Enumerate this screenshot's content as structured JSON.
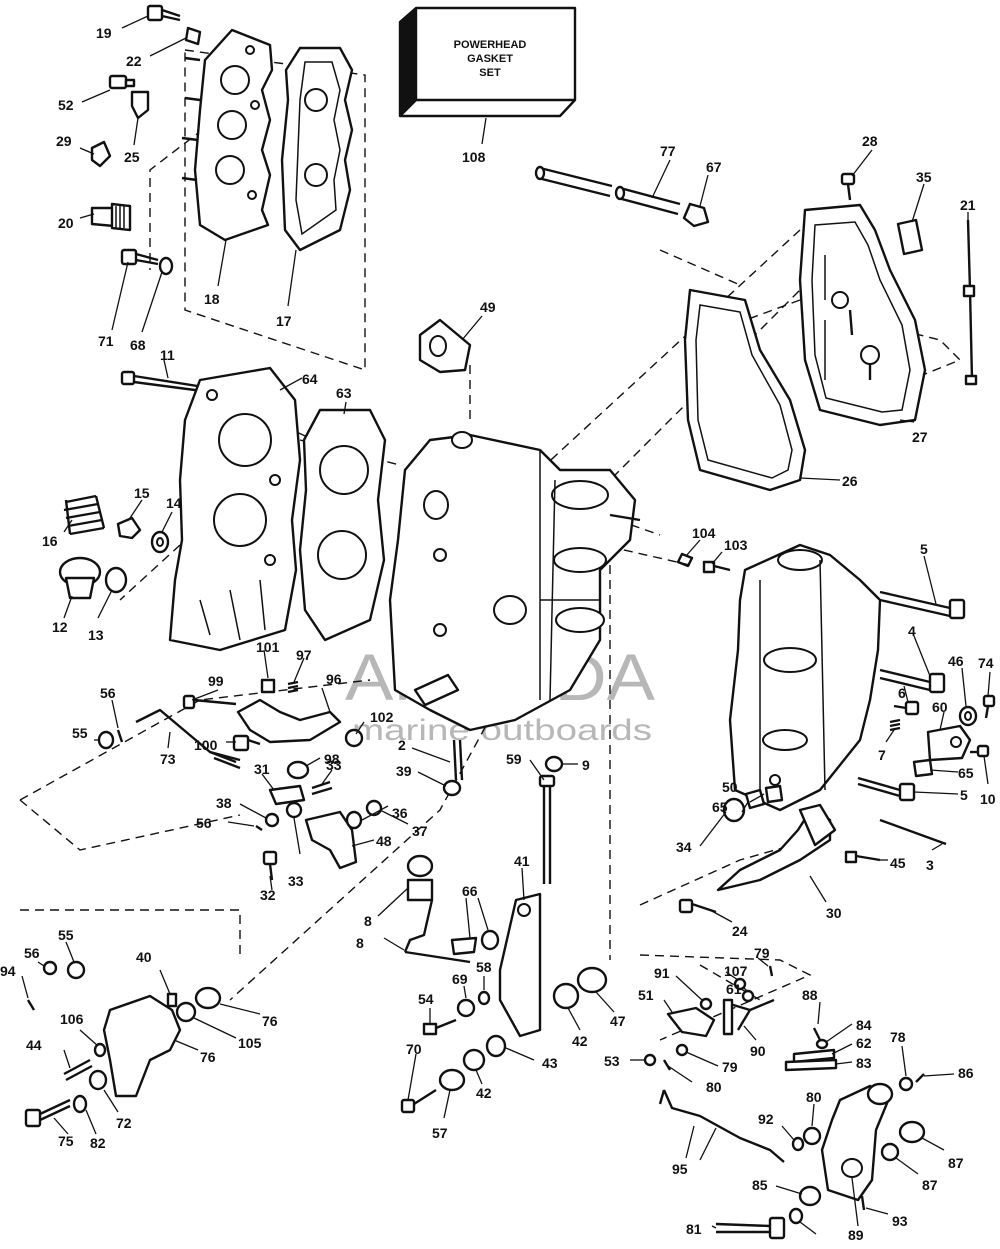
{
  "gasket_set_box": {
    "line1": "POWERHEAD",
    "line2": "GASKET",
    "line3": "SET"
  },
  "watermark": {
    "brand": "ARMADA",
    "tagline": "marine outboards",
    "color": "#e8a6c8"
  },
  "callouts": [
    "19",
    "22",
    "52",
    "29",
    "25",
    "20",
    "18",
    "17",
    "71",
    "68",
    "11",
    "64",
    "63",
    "49",
    "16",
    "15",
    "14",
    "12",
    "13",
    "108",
    "77",
    "67",
    "28",
    "35",
    "21",
    "27",
    "26",
    "104",
    "103",
    "5",
    "4",
    "46",
    "74",
    "6",
    "60",
    "7",
    "65",
    "10",
    "101",
    "97",
    "99",
    "56",
    "55",
    "73",
    "100",
    "102",
    "96",
    "98",
    "31",
    "33",
    "2",
    "39",
    "9",
    "38",
    "56",
    "48",
    "36",
    "37",
    "32",
    "33",
    "59",
    "50",
    "65",
    "5",
    "34",
    "45",
    "3",
    "30",
    "24",
    "41",
    "8",
    "66",
    "8",
    "58",
    "69",
    "54",
    "70",
    "42",
    "47",
    "42",
    "43",
    "57",
    "55",
    "56",
    "94",
    "40",
    "76",
    "105",
    "106",
    "44",
    "76",
    "72",
    "75",
    "82",
    "79",
    "107",
    "91",
    "61",
    "51",
    "90",
    "88",
    "84",
    "62",
    "83",
    "79",
    "53",
    "80",
    "78",
    "86",
    "80",
    "92",
    "95",
    "87",
    "87",
    "85",
    "93",
    "89",
    "81"
  ]
}
